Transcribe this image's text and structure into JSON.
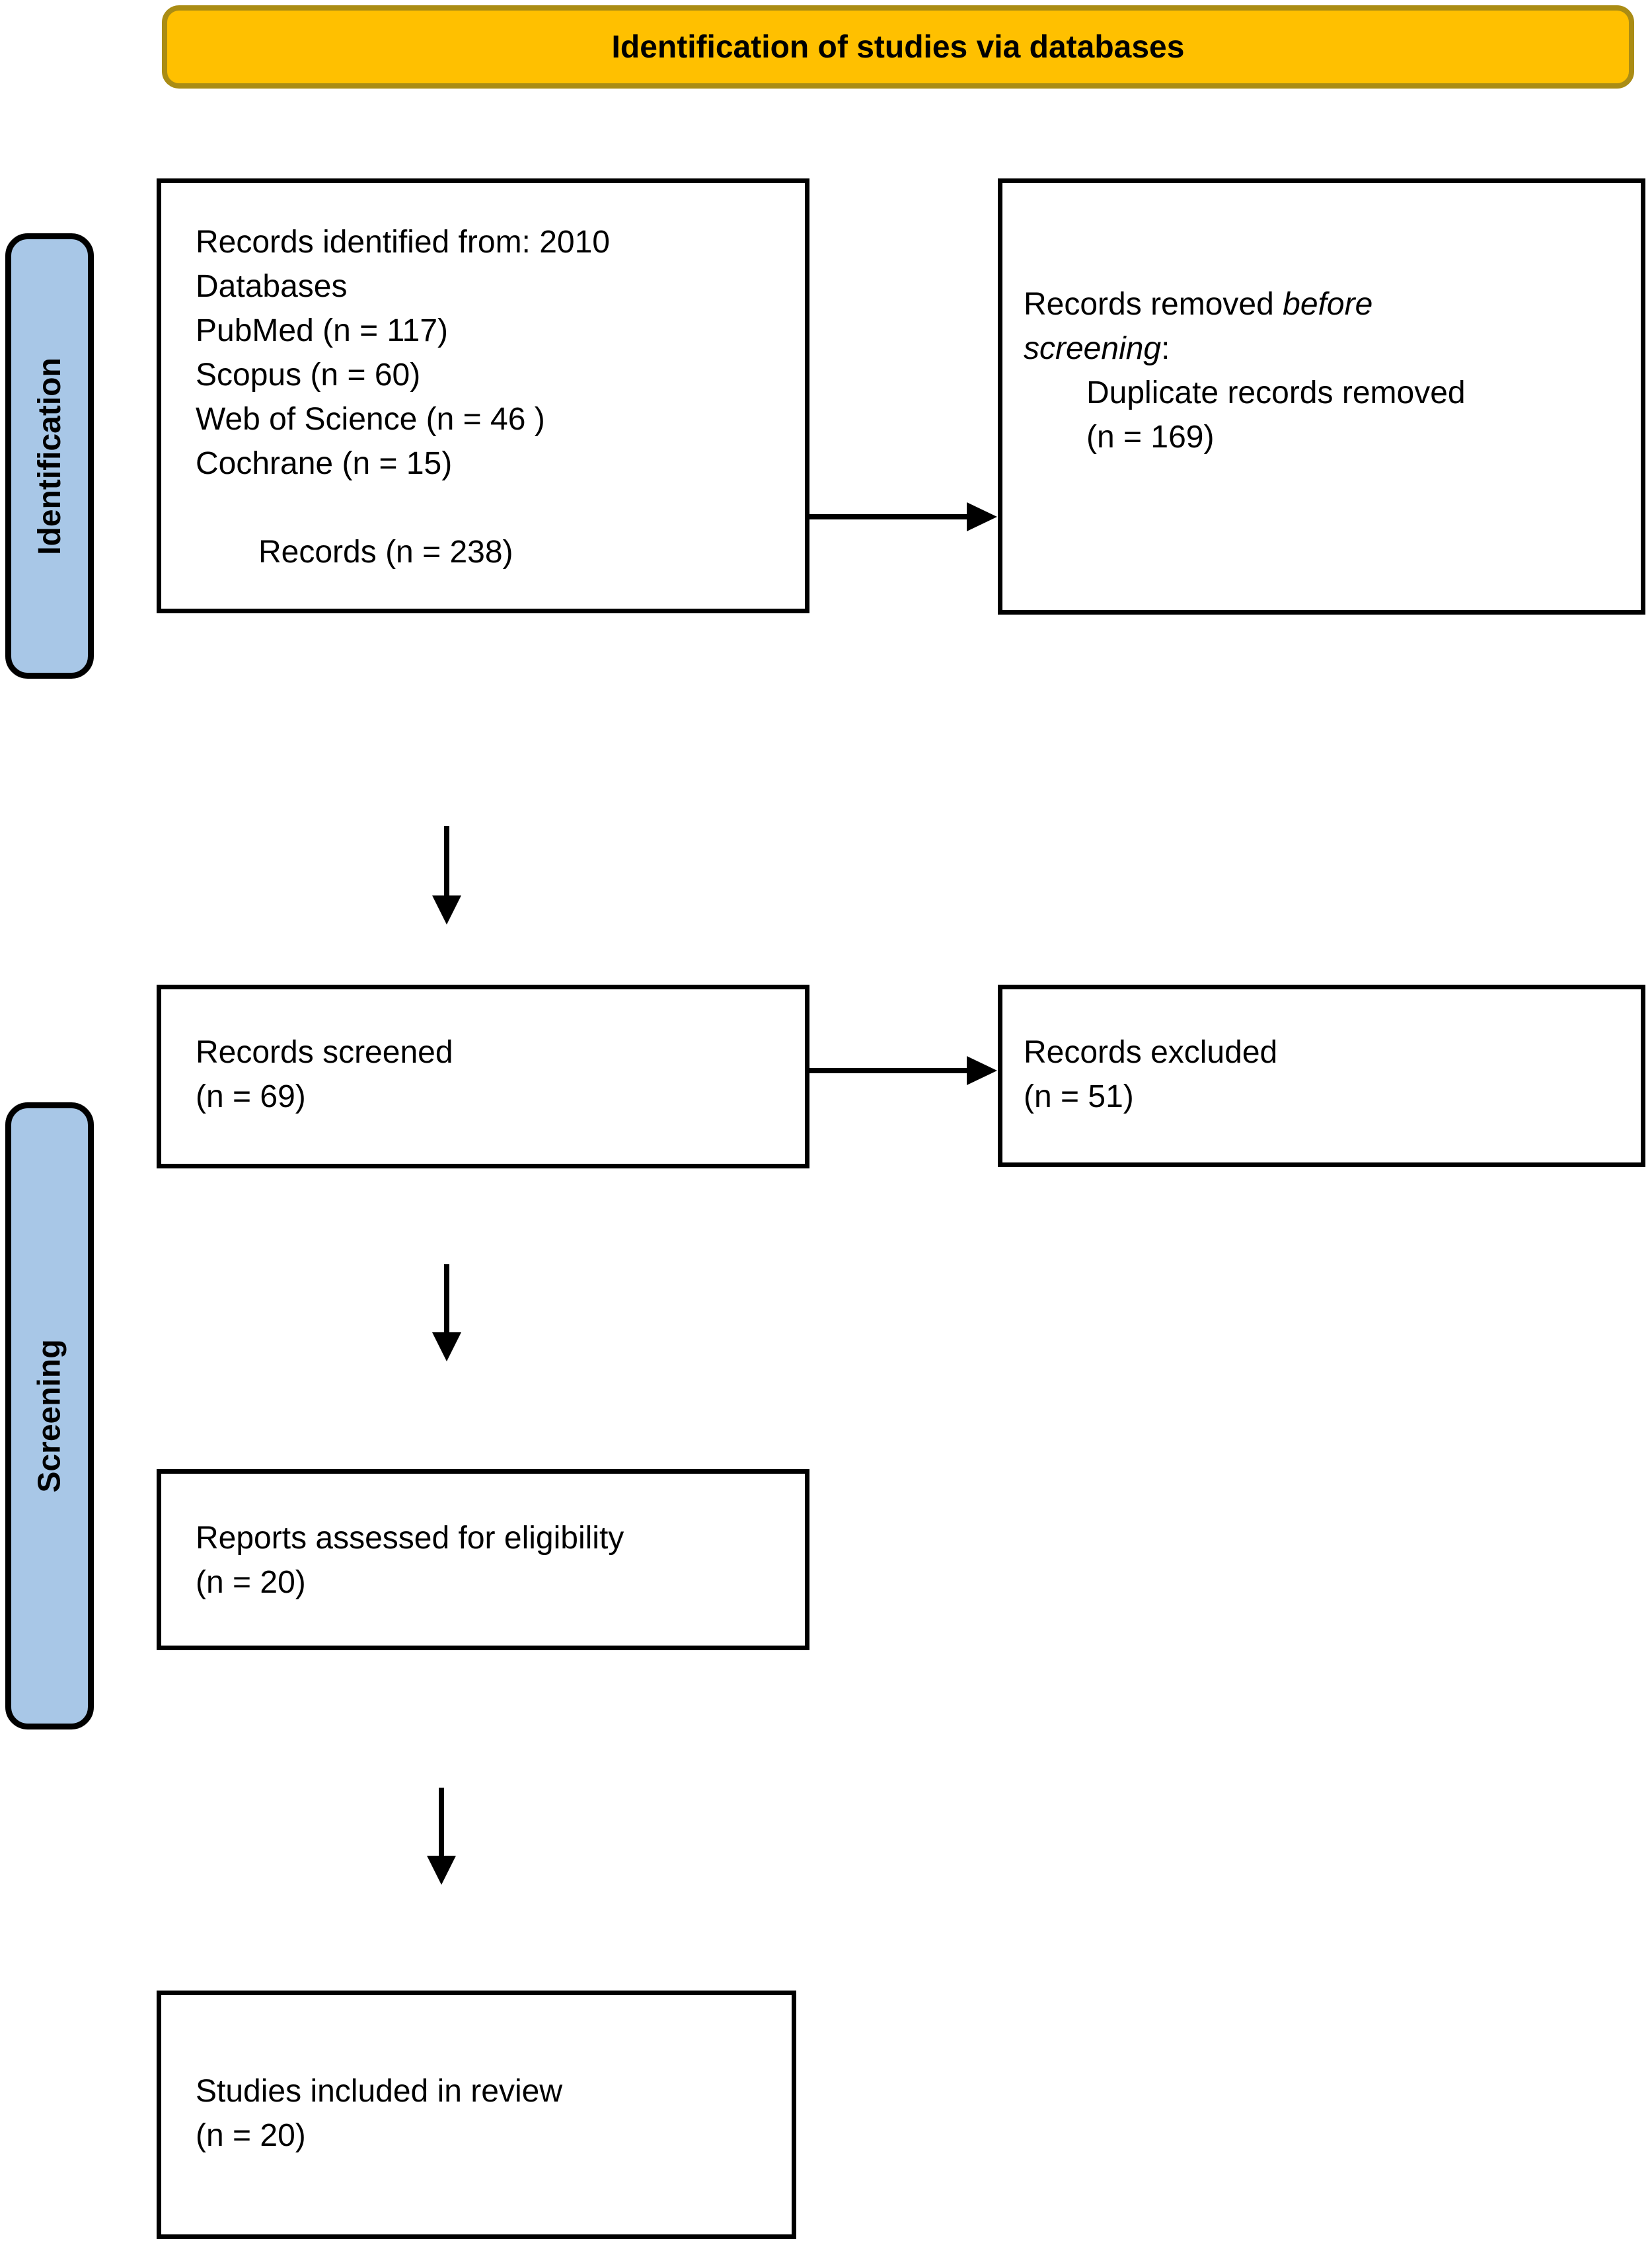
{
  "header": {
    "title": "Identification of studies via databases"
  },
  "sidebar": {
    "identification": "Identification",
    "screening": "Screening"
  },
  "boxes": {
    "records_identified": {
      "line1": "Records identified from: 2010",
      "line2": "Databases",
      "line3": "PubMed (n = 117)",
      "line4": "Scopus (n = 60)",
      "line5": "Web of Science (n = 46 )",
      "line6": "Cochrane (n = 15)",
      "total": "Records (n = 238)"
    },
    "records_removed": {
      "prefix": "Records removed ",
      "italic_before": "before",
      "italic_screening": "screening",
      "colon": ":",
      "reason": "Duplicate records removed",
      "count": "(n = 169)"
    },
    "records_screened": {
      "label": "Records screened",
      "count": "(n = 69)"
    },
    "records_excluded": {
      "label": "Records excluded",
      "count": "(n = 51)"
    },
    "reports_assessed": {
      "label": "Reports assessed for eligibility",
      "count": "(n = 20)"
    },
    "studies_included": {
      "label": "Studies included in review",
      "count": "(n = 20)"
    }
  },
  "colors": {
    "title_fill": "#FFC000",
    "title_border": "#AA8C14",
    "stage_fill": "#A8C7E7",
    "line_color": "#000000"
  }
}
